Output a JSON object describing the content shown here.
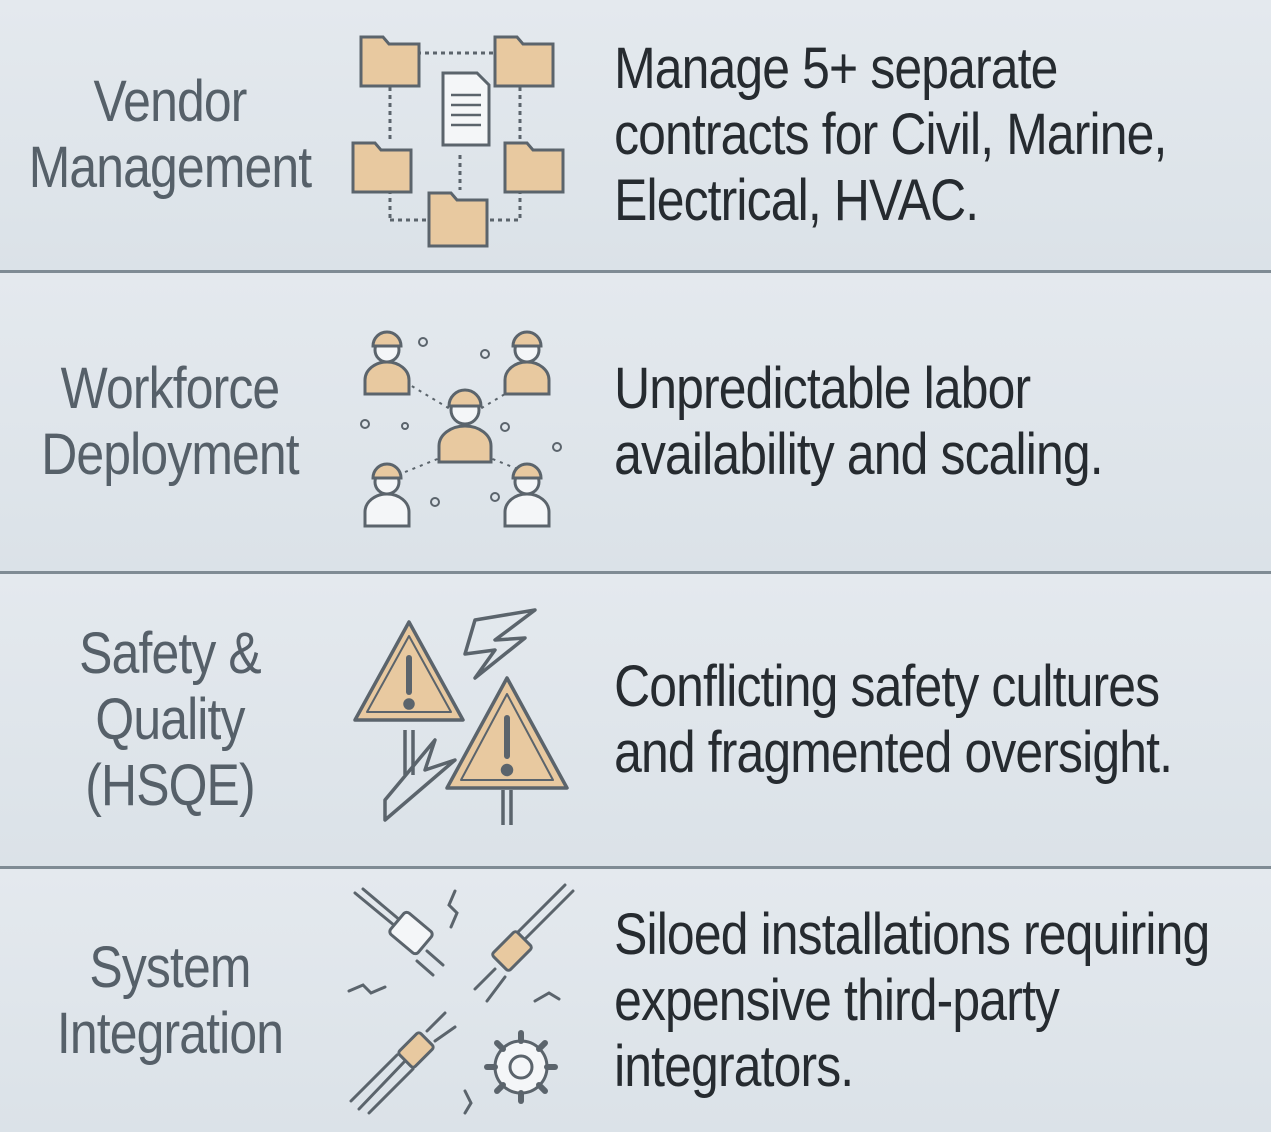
{
  "rows": [
    {
      "label": [
        "Vendor",
        "Management"
      ],
      "icon": "folders-network-icon",
      "description": [
        "Manage 5+ separate",
        "contracts for Civil, Marine,",
        "Electrical, HVAC."
      ]
    },
    {
      "label": [
        "Workforce",
        "Deployment"
      ],
      "icon": "workers-network-icon",
      "description": [
        "Unpredictable labor",
        "availability and scaling."
      ]
    },
    {
      "label": [
        "Safety &",
        "Quality",
        "(HSQE)"
      ],
      "icon": "warning-signs-icon",
      "description": [
        "Conflicting safety cultures",
        "and fragmented oversight."
      ]
    },
    {
      "label": [
        "System",
        "Integration"
      ],
      "icon": "broken-connectors-icon",
      "description": [
        "Siloed installations requiring",
        "expensive third-party",
        "integrators."
      ]
    }
  ],
  "colors": {
    "background": "#dfe5eb",
    "divider": "#7f8b94",
    "label_text": "#566069",
    "description_text": "#262b30",
    "icon_fill": "#e8c9a0",
    "icon_stroke": "#5b646c"
  }
}
